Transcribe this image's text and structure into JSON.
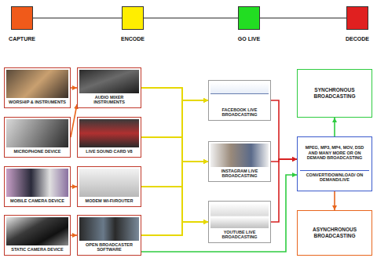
{
  "diagram": {
    "nodes": [
      {
        "text": [
          "CAPTURE"
        ]
      },
      {
        "text": [
          "ENCODE"
        ]
      },
      {
        "text": [
          "GO LIVE"
        ]
      },
      {
        "text": [
          "DECODE"
        ]
      },
      {
        "text": [
          "WORSHIP & INSTRUMENTS"
        ]
      },
      {
        "text": [
          "AUDIO MIXER INSTRUMENTS"
        ]
      },
      {
        "text": [
          "MICROPHONE DEVICE"
        ]
      },
      {
        "text": [
          "LIVE SOUND CARD V8"
        ]
      },
      {
        "text": [
          "MOBILE CAMERA DEVICE"
        ]
      },
      {
        "text": [
          "MODEM WI-FI/ROUTER"
        ]
      },
      {
        "text": [
          "STATIC CAMERA DEVICE"
        ]
      },
      {
        "text": [
          "OPEN BROADCASTER SOFTWARE"
        ]
      },
      {
        "text": [
          "FACEBOOK LIVE BROADCASTING"
        ]
      },
      {
        "text": [
          "INSTAGRAM LIVE BROADCASTING"
        ]
      },
      {
        "text": [
          "YOUTUBE LIVE BROADCASTING"
        ]
      },
      {
        "text": [
          "SYNCHRONOUS BROADCASTING"
        ]
      },
      {
        "text": [
          "MPEG, MP3, MP4, MOV, DSD AND MANY MORE OR ON DEMAND BROADCASTING",
          "CONVERT/DOWNLOAD/ ON DEMAND/LIVE"
        ]
      },
      {
        "text": [
          "ASYNCHRONOUS BROADCASTING"
        ]
      }
    ],
    "edges": [
      {
        "from": 0,
        "to": 1,
        "arrow": "none"
      },
      {
        "from": 1,
        "to": 2,
        "arrow": "none"
      },
      {
        "from": 2,
        "to": 3,
        "arrow": "none"
      },
      {
        "from": 4,
        "to": 5,
        "arrow": "to"
      },
      {
        "from": 6,
        "to": 5,
        "arrow": "to"
      },
      {
        "from": 8,
        "to": 9,
        "arrow": "to"
      },
      {
        "from": 10,
        "to": 11,
        "arrow": "to"
      },
      {
        "from": 5,
        "to": 12,
        "arrow": "to"
      },
      {
        "from": 5,
        "to": 13,
        "arrow": "to"
      },
      {
        "from": 5,
        "to": 14,
        "arrow": "to"
      },
      {
        "from": 7,
        "to": 12,
        "arrow": "to"
      },
      {
        "from": 7,
        "to": 13,
        "arrow": "to"
      },
      {
        "from": 7,
        "to": 14,
        "arrow": "to"
      },
      {
        "from": 9,
        "to": 12,
        "arrow": "to"
      },
      {
        "from": 9,
        "to": 13,
        "arrow": "to"
      },
      {
        "from": 9,
        "to": 14,
        "arrow": "to"
      },
      {
        "from": 11,
        "to": 12,
        "arrow": "to"
      },
      {
        "from": 11,
        "to": 13,
        "arrow": "to"
      },
      {
        "from": 11,
        "to": 14,
        "arrow": "to"
      },
      {
        "from": 12,
        "to": 16,
        "arrow": "to"
      },
      {
        "from": 13,
        "to": 16,
        "arrow": "to"
      },
      {
        "from": 14,
        "to": 16,
        "arrow": "to"
      },
      {
        "from": 11,
        "to": 16,
        "arrow": "to"
      },
      {
        "from": 16,
        "to": 15,
        "arrow": "to"
      },
      {
        "from": 16,
        "to": 17,
        "arrow": "to"
      }
    ]
  }
}
